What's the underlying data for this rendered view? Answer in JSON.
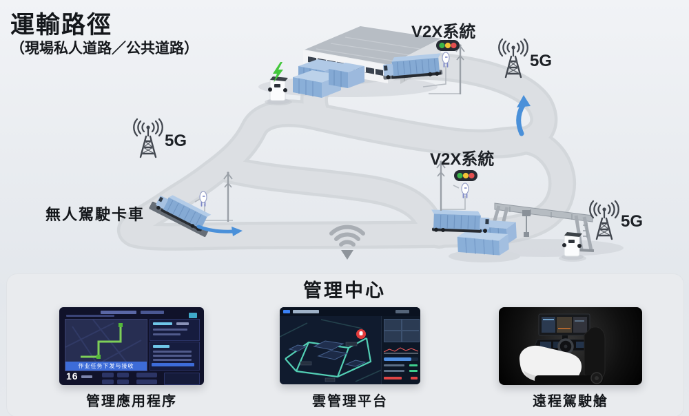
{
  "header": {
    "title": "運輸路徑",
    "subtitle": "（現場私人道路／公共道路）"
  },
  "scene": {
    "v2x_labels": [
      "V2X系統",
      "V2X系統"
    ],
    "g5_labels": [
      "5G",
      "5G",
      "5G"
    ],
    "truck_label": "無人駕駛卡車",
    "icons": {
      "tower": "5g-antenna-tower-icon",
      "traffic_light": "traffic-light-icon",
      "robot": "roadside-robot-icon",
      "charger": "ev-charger-icon",
      "bolt": "charging-bolt-icon",
      "wifi": "wifi-downlink-icon",
      "arrow": "route-direction-arrow"
    },
    "colors": {
      "road": "#d3d7db",
      "road_center": "#dcdfe3",
      "truck_blue": "#85aad4",
      "container_top": "#b0c9e6",
      "arrow_blue": "#4a90d9",
      "bolt_green": "#44c73c",
      "traffic_green": "#3bb54a",
      "traffic_yellow": "#f2c335",
      "traffic_red": "#e35050"
    }
  },
  "management": {
    "title": "管理中心",
    "cards": [
      {
        "caption": "管理應用程序",
        "map_banner": "作业任务下发与接收",
        "stat_value": "16"
      },
      {
        "caption": "雲管理平台"
      },
      {
        "caption": "遠程駕駛艙"
      }
    ]
  }
}
